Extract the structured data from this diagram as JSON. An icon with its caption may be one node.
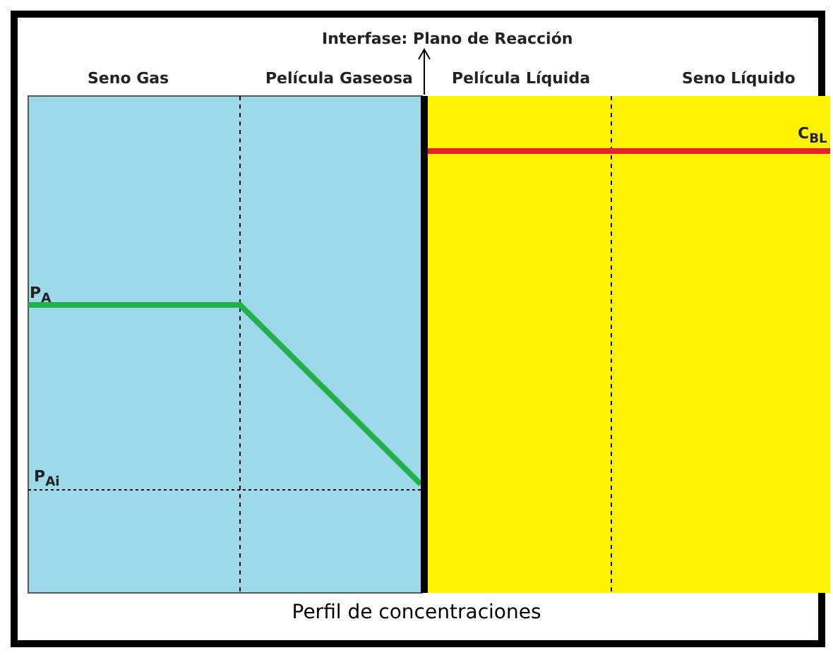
{
  "diagram": {
    "caption": "Perfil de concentraciones",
    "nodes": [
      {
        "text": [
          "Interfase: Plano de Reacción"
        ]
      },
      {
        "text": [],
        "shape": "bar"
      }
    ],
    "edges": [
      {
        "from": 1,
        "to": 0,
        "arrow": "to"
      }
    ],
    "labels": [
      "Seno Gas",
      "Película Gaseosa",
      "Película Líquida",
      "Seno Líquido",
      "C$_{BL}$",
      "P$_{A}$",
      "P$_{Ai}$"
    ]
  }
}
